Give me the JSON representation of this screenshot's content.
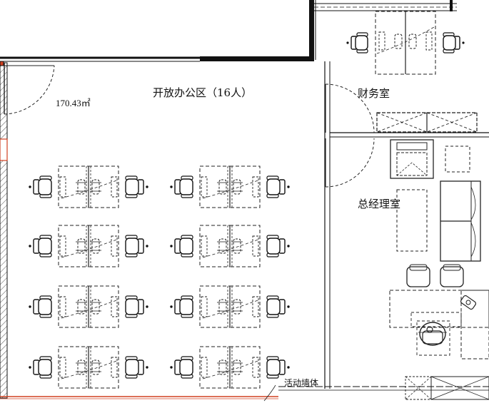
{
  "labels": {
    "open_office": "开放办公区（16人）",
    "area": "170.43㎡",
    "finance": "财务室",
    "gm_office": "总经理室",
    "movable_wall": "活动墙体"
  },
  "colors": {
    "wall": "#111111",
    "line": "#222222",
    "accent": "#d04020",
    "hatch": "#555555"
  },
  "rooms": [
    {
      "id": "open-office",
      "label_key": "open_office",
      "capacity": 16,
      "desk_clusters": 2,
      "rows": 4
    },
    {
      "id": "finance-office",
      "label_key": "finance"
    },
    {
      "id": "general-manager-office",
      "label_key": "gm_office"
    }
  ]
}
